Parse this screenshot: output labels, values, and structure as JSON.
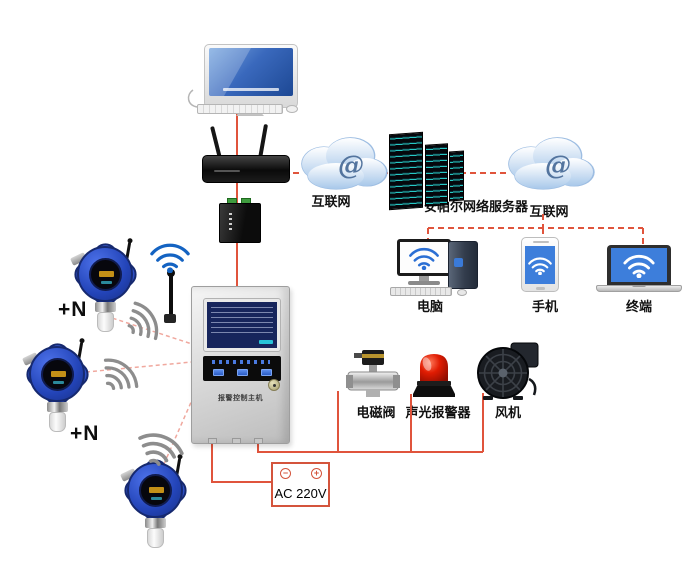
{
  "nodes": {
    "internet_left": {
      "label": "互联网",
      "symbol": "@"
    },
    "internet_right": {
      "label": "互联网",
      "symbol": "@"
    },
    "server": {
      "label": "安帕尔网络服务器"
    },
    "pc": {
      "label": "电脑"
    },
    "phone": {
      "label": "手机"
    },
    "terminal": {
      "label": "终端"
    },
    "valve": {
      "label": "电磁阀"
    },
    "beacon": {
      "label": "声光报警器"
    },
    "fan": {
      "label": "风机"
    },
    "power": {
      "label": "AC 220V",
      "minus": "−",
      "plus": "+"
    },
    "panel": {
      "label": "报警控制主机"
    },
    "detector_group_top": {
      "label": "+N"
    },
    "detector_group_bottom": {
      "label": "+N"
    }
  },
  "colors": {
    "wire": "#e0543c",
    "wireless_link": "#f0a89e",
    "wifi_blue": "#1463c2",
    "detector_blue": "#2b4fc2",
    "beacon_red": "#d81a02",
    "server_light_teal": "#27c8c4",
    "cloud_border": "#8fb2d8"
  }
}
